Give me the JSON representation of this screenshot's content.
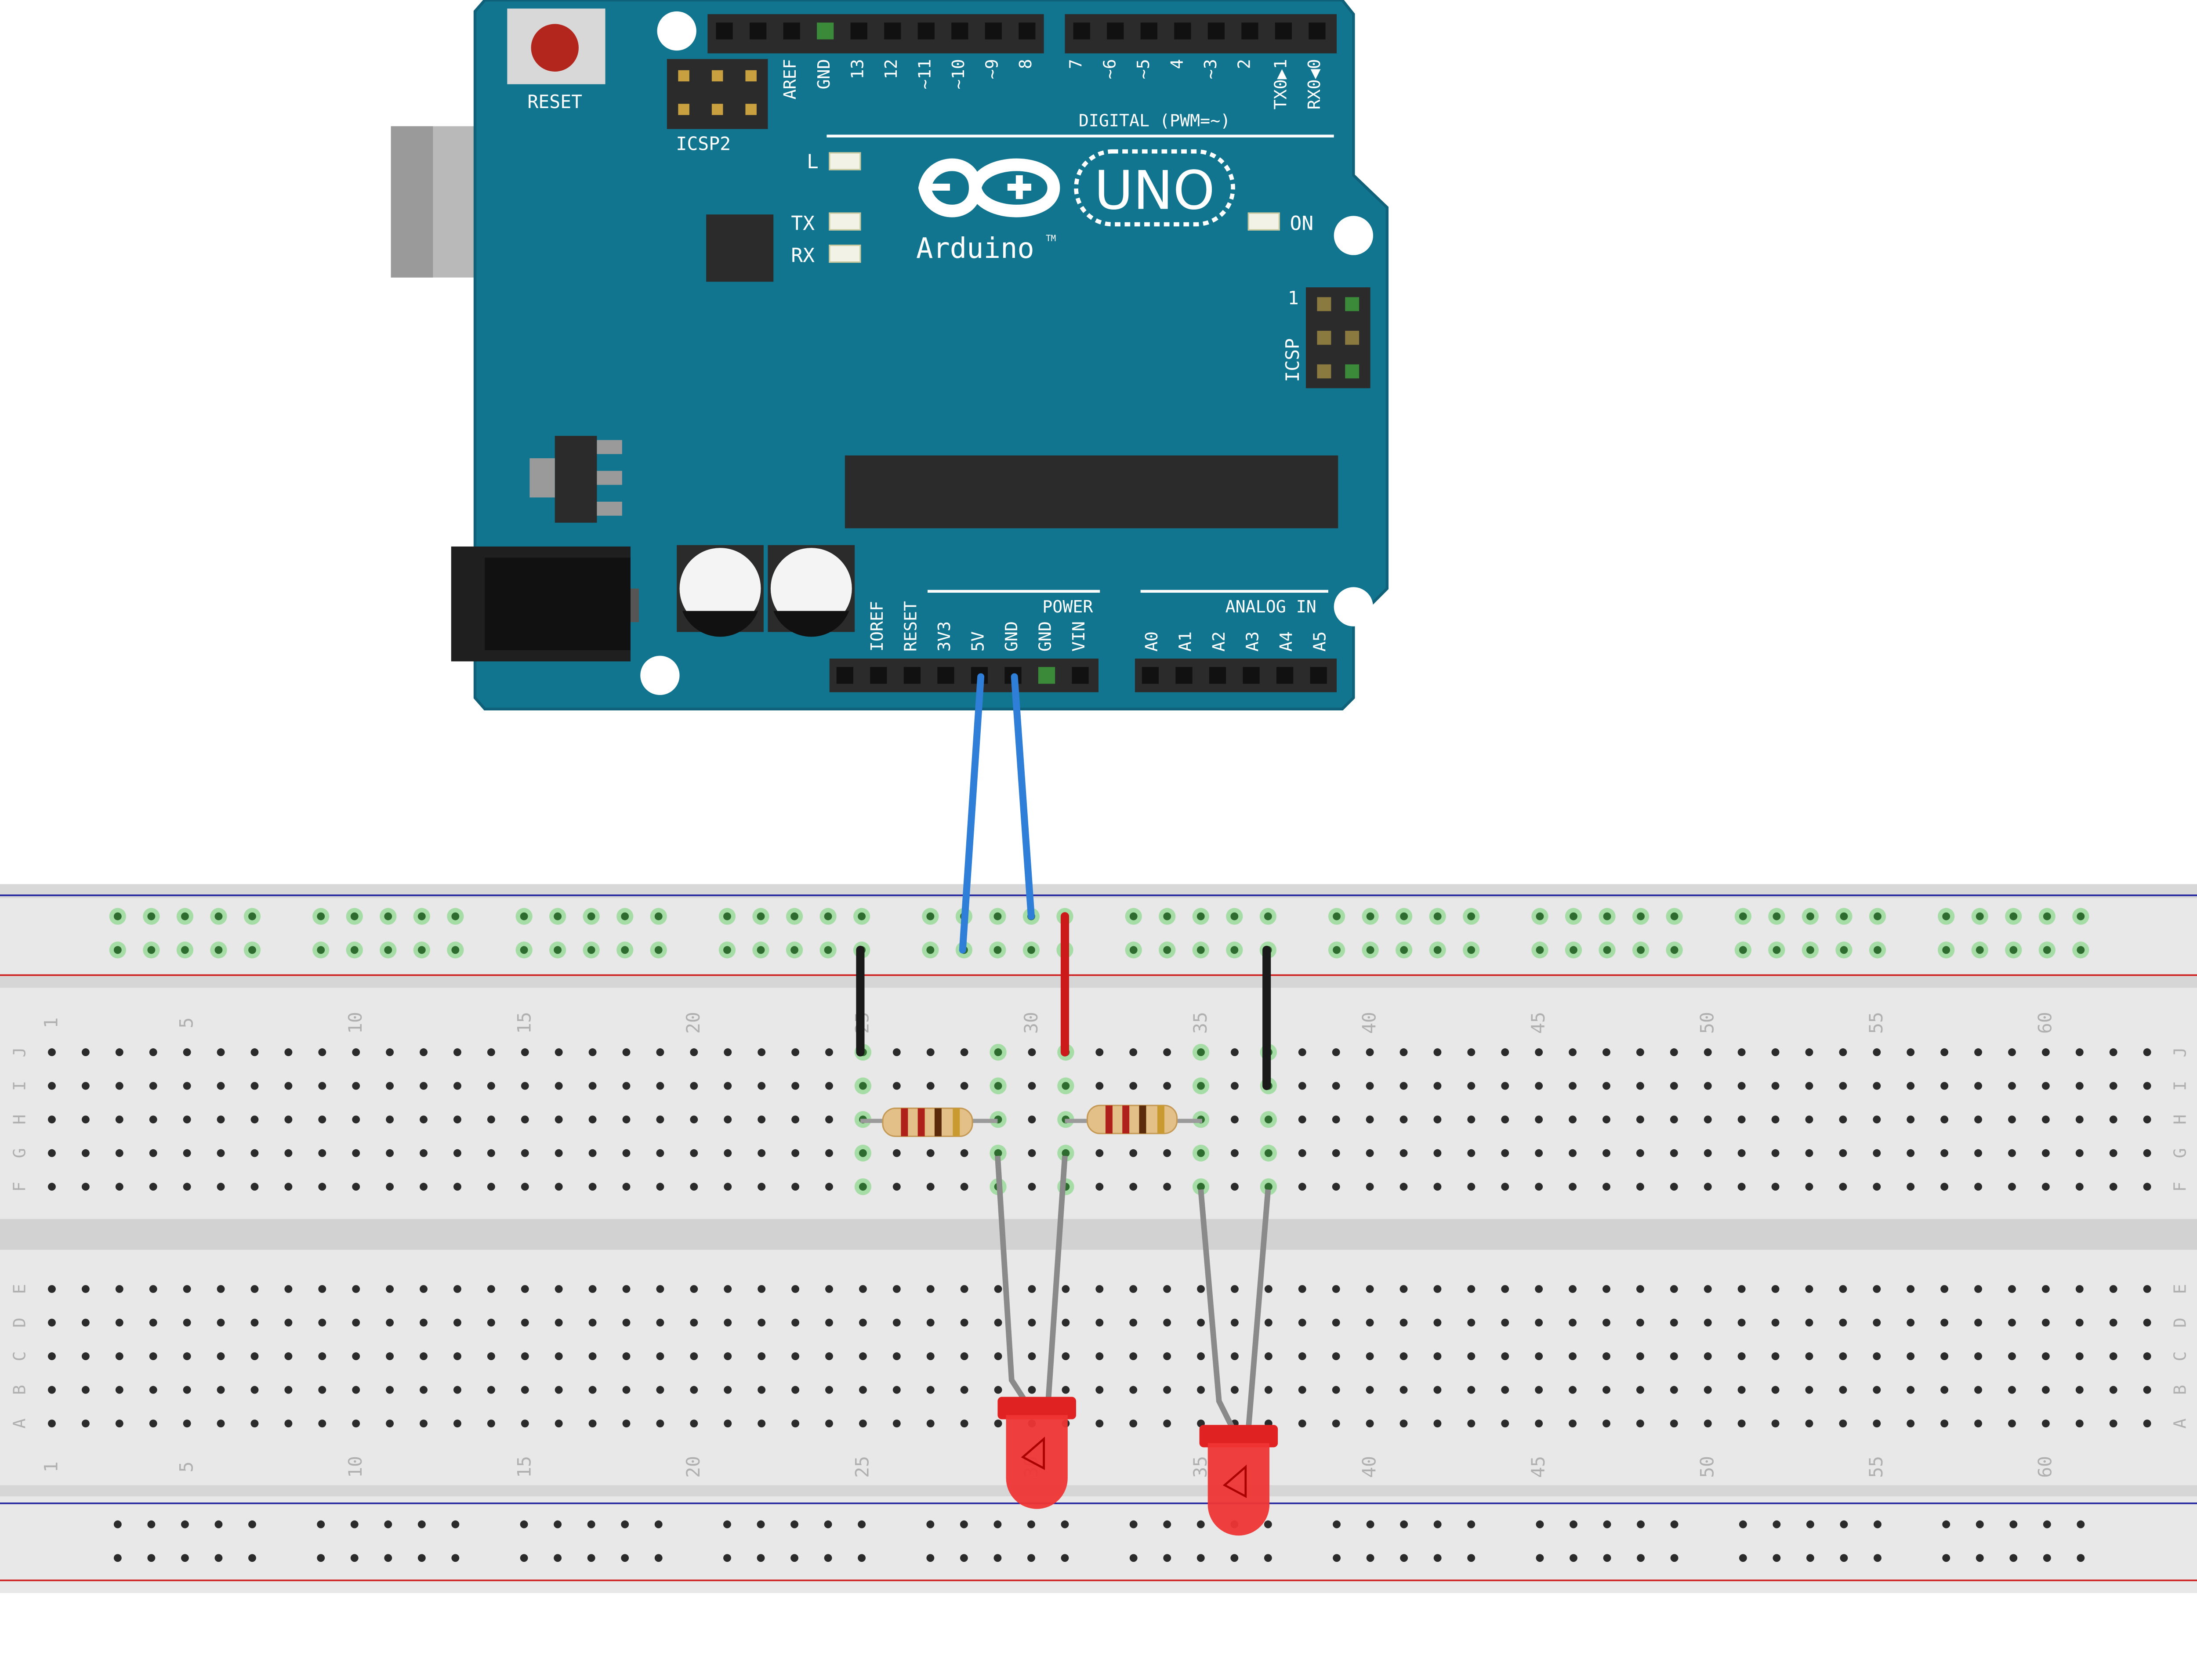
{
  "board": {
    "reset_label": "RESET",
    "icsp2_label": "ICSP2",
    "icsp_label": "ICSP",
    "icsp_pin1": "1",
    "digital_label": "DIGITAL (PWM=~)",
    "digital_pins": [
      "AREF",
      "GND",
      "13",
      "12",
      "~11",
      "~10",
      "~9",
      "8",
      "7",
      "~6",
      "~5",
      "4",
      "~3",
      "2",
      "TX0▶1",
      "RX0◀0"
    ],
    "led_l": "L",
    "led_tx": "TX",
    "led_rx": "RX",
    "led_on": "ON",
    "model": "UNO",
    "brand": "Arduino",
    "tm": "TM",
    "power_label": "POWER",
    "analog_label": "ANALOG IN",
    "power_pins": [
      "IOREF",
      "RESET",
      "3V3",
      "5V",
      "GND",
      "GND",
      "VIN"
    ],
    "analog_pins": [
      "A0",
      "A1",
      "A2",
      "A3",
      "A4",
      "A5"
    ]
  },
  "breadboard": {
    "column_numbers": [
      "1",
      "5",
      "10",
      "15",
      "20",
      "25",
      "30",
      "35",
      "40",
      "45",
      "50",
      "55",
      "60"
    ],
    "top_row_letters": [
      "J",
      "I",
      "H",
      "G",
      "F"
    ],
    "bottom_row_letters": [
      "E",
      "D",
      "C",
      "B",
      "A"
    ]
  },
  "wire_colors": {
    "usb_jumper": "#2f7ed8",
    "ground": "#1a1a1a",
    "power": "#cc1a1a",
    "lead": "#8a8a8a"
  },
  "colors": {
    "pcb": "#12758f",
    "pcb_edge": "#0e6178",
    "breadboard": "#e8e8e8",
    "rail_red": "#cc2222",
    "rail_blue": "#2a2aa0",
    "hole_active": "#6fd46f",
    "led": "#ef2b2b"
  }
}
